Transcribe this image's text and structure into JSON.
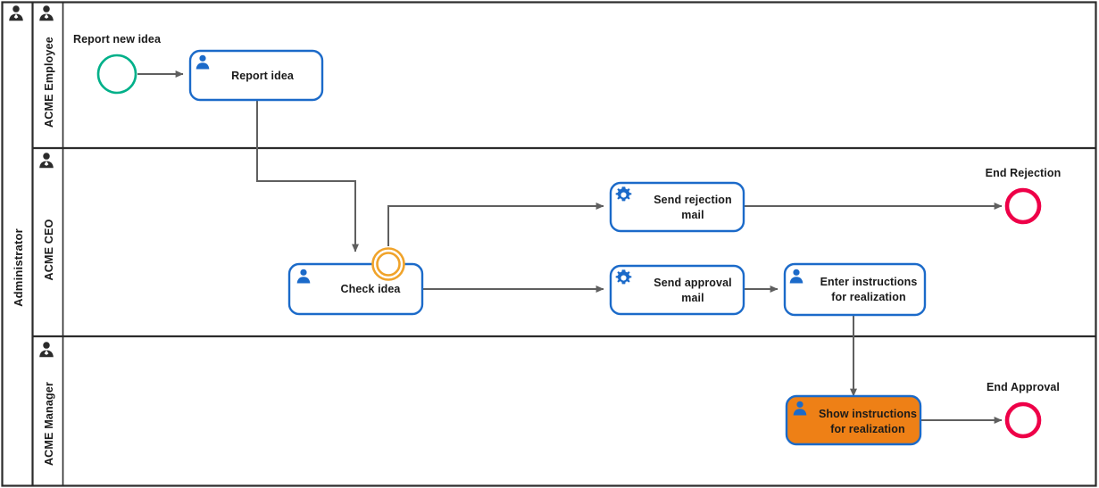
{
  "diagram": {
    "type": "bpmn-collaboration",
    "pool": {
      "name": "Administrator",
      "icon": "participant-person-icon"
    },
    "lanes": [
      {
        "id": "lane-employee",
        "name": "ACME Employee",
        "icon": "lane-person-icon"
      },
      {
        "id": "lane-ceo",
        "name": "ACME CEO",
        "icon": "lane-person-icon"
      },
      {
        "id": "lane-manager",
        "name": "ACME Manager",
        "icon": "lane-person-icon"
      }
    ],
    "events": [
      {
        "id": "start-report-new-idea",
        "label": "Report new idea",
        "kind": "start-event",
        "color": "#00B089"
      },
      {
        "id": "boundary-check-idea",
        "label": "",
        "kind": "boundary-event",
        "color": "#F0A32A"
      },
      {
        "id": "end-rejection",
        "label": "End Rejection",
        "kind": "end-event",
        "color": "#EE0048"
      },
      {
        "id": "end-approval",
        "label": "End Approval",
        "kind": "end-event",
        "color": "#EE0048"
      }
    ],
    "tasks": [
      {
        "id": "task-report-idea",
        "lines": [
          "Report idea"
        ],
        "icon": "user-task-icon",
        "type": "user",
        "fill": "#FFFFFF",
        "stroke": "#1B6AC9",
        "highlighted": false
      },
      {
        "id": "task-check-idea",
        "lines": [
          "Check idea"
        ],
        "icon": "user-task-icon",
        "type": "user",
        "fill": "#FFFFFF",
        "stroke": "#1B6AC9",
        "highlighted": false
      },
      {
        "id": "task-send-rejection-mail",
        "lines": [
          "Send rejection",
          "mail"
        ],
        "icon": "service-task-gear-icon",
        "type": "service",
        "fill": "#FFFFFF",
        "stroke": "#1B6AC9",
        "highlighted": false
      },
      {
        "id": "task-send-approval-mail",
        "lines": [
          "Send approval",
          "mail"
        ],
        "icon": "service-task-gear-icon",
        "type": "service",
        "fill": "#FFFFFF",
        "stroke": "#1B6AC9",
        "highlighted": false
      },
      {
        "id": "task-enter-instructions",
        "lines": [
          "Enter instructions",
          "for realization"
        ],
        "icon": "user-task-icon",
        "type": "user",
        "fill": "#FFFFFF",
        "stroke": "#1B6AC9",
        "highlighted": false
      },
      {
        "id": "task-show-instructions",
        "lines": [
          "Show instructions",
          "for realization"
        ],
        "icon": "user-task-icon",
        "type": "user",
        "fill": "#EE8016",
        "stroke": "#1B6AC9",
        "highlighted": true
      }
    ],
    "flows": [
      {
        "id": "flow-start-to-report",
        "from": "start-report-new-idea",
        "to": "task-report-idea"
      },
      {
        "id": "flow-report-to-check",
        "from": "task-report-idea",
        "to": "task-check-idea"
      },
      {
        "id": "flow-boundary-to-rejection-mail",
        "from": "boundary-check-idea",
        "to": "task-send-rejection-mail"
      },
      {
        "id": "flow-check-to-approval-mail",
        "from": "task-check-idea",
        "to": "task-send-approval-mail"
      },
      {
        "id": "flow-rejection-mail-to-end",
        "from": "task-send-rejection-mail",
        "to": "end-rejection"
      },
      {
        "id": "flow-approval-mail-to-enter",
        "from": "task-send-approval-mail",
        "to": "task-enter-instructions"
      },
      {
        "id": "flow-enter-to-show",
        "from": "task-enter-instructions",
        "to": "task-show-instructions"
      },
      {
        "id": "flow-show-to-end",
        "from": "task-show-instructions",
        "to": "end-approval"
      }
    ],
    "colors": {
      "pool_border": "#2B2B2B",
      "flow_line": "#5F5F5F",
      "task_stroke": "#1B6AC9",
      "task_icon": "#1B6AC9",
      "highlight_fill": "#EE8016",
      "start_event": "#00B089",
      "end_event": "#EE0048",
      "boundary_event": "#F0A32A",
      "text": "#1A1A1A"
    }
  }
}
